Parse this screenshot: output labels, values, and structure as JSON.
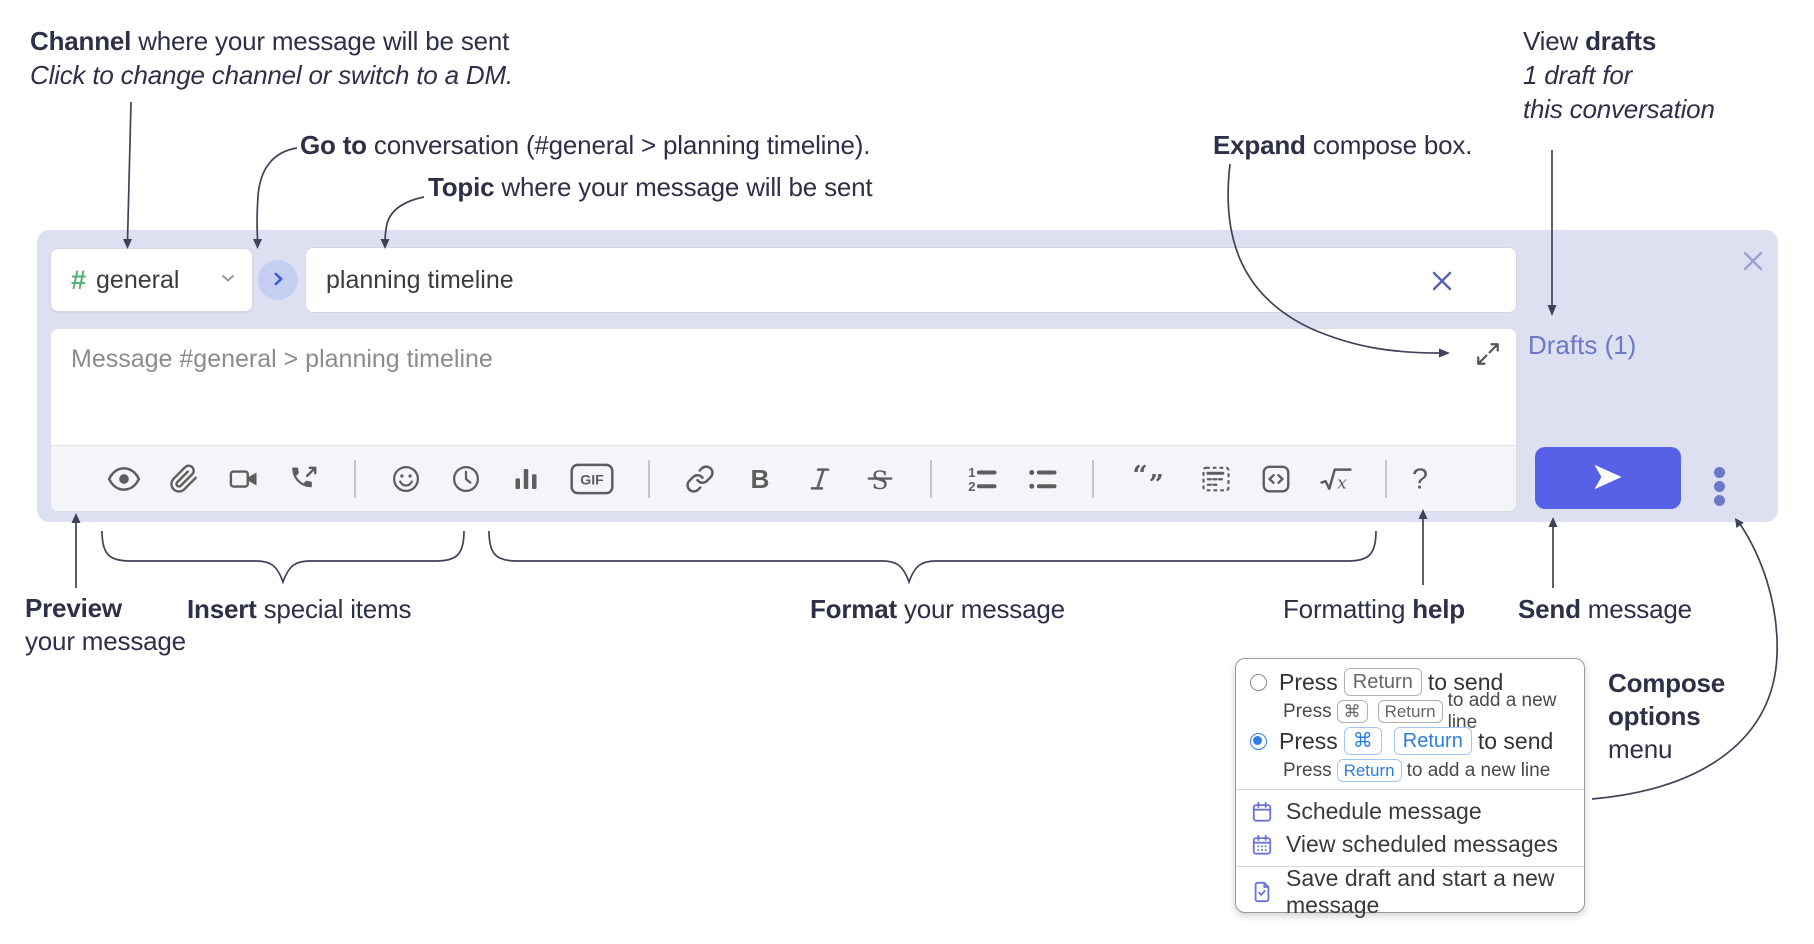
{
  "annotations": {
    "channel": {
      "bold": "Channel",
      "rest": " where your message will be sent",
      "sub": "Click to change channel or switch to a DM."
    },
    "goto": {
      "bold": "Go to",
      "rest": " conversation (#general > planning timeline)."
    },
    "topic": {
      "bold": "Topic",
      "rest": " where your message will be sent"
    },
    "expand": {
      "bold": "Expand",
      "rest": " compose box."
    },
    "drafts": {
      "pre": "View ",
      "bold": "drafts",
      "line2": "1 draft for",
      "line3": "this conversation"
    },
    "preview": {
      "bold": "Preview",
      "line2": "your message"
    },
    "insert": {
      "bold": "Insert",
      "rest": " special items"
    },
    "format": {
      "bold": "Format",
      "rest": " your message"
    },
    "help": {
      "pre": "Formatting ",
      "bold": "help"
    },
    "send": {
      "bold": "Send",
      "rest": " message"
    },
    "compose_options": {
      "bold1": "Compose",
      "bold2": "options",
      "line3": "menu"
    }
  },
  "compose": {
    "channel_selector": {
      "hash": "#",
      "name": "general"
    },
    "topic_input": {
      "value": "planning timeline"
    },
    "message_input": {
      "placeholder": "Message #general > planning timeline"
    },
    "drafts_link": "Drafts (1)",
    "toolbar": [
      {
        "icon": "preview-icon"
      },
      {
        "icon": "attach-icon"
      },
      {
        "icon": "video-call-icon"
      },
      {
        "icon": "voice-call-icon"
      },
      {
        "divider": true
      },
      {
        "icon": "emoji-icon"
      },
      {
        "icon": "time-icon"
      },
      {
        "icon": "poll-icon"
      },
      {
        "icon": "gif-icon"
      },
      {
        "divider": true
      },
      {
        "icon": "link-icon"
      },
      {
        "icon": "bold-icon"
      },
      {
        "icon": "italic-icon"
      },
      {
        "icon": "strikethrough-icon"
      },
      {
        "divider": true
      },
      {
        "icon": "numbered-list-icon"
      },
      {
        "icon": "bulleted-list-icon"
      },
      {
        "divider": true
      },
      {
        "icon": "quote-icon"
      },
      {
        "icon": "spoiler-icon"
      },
      {
        "icon": "code-icon"
      },
      {
        "icon": "math-icon"
      },
      {
        "divider": true
      },
      {
        "icon": "help-icon"
      }
    ]
  },
  "options_menu": {
    "radio_options": [
      {
        "selected": false,
        "main": [
          {
            "t": "text",
            "v": "Press"
          },
          {
            "t": "key",
            "v": "Return"
          },
          {
            "t": "text",
            "v": "to send"
          }
        ],
        "sub": [
          {
            "t": "text",
            "v": "Press"
          },
          {
            "t": "key",
            "v": "⌘"
          },
          {
            "t": "key",
            "v": "Return"
          },
          {
            "t": "text",
            "v": "to add a new line"
          }
        ]
      },
      {
        "selected": true,
        "main": [
          {
            "t": "text",
            "v": "Press"
          },
          {
            "t": "key-blue",
            "v": "⌘"
          },
          {
            "t": "key-blue",
            "v": "Return"
          },
          {
            "t": "text",
            "v": "to send"
          }
        ],
        "sub": [
          {
            "t": "text",
            "v": "Press"
          },
          {
            "t": "key-blue",
            "v": "Return"
          },
          {
            "t": "text",
            "v": "to add a new line"
          }
        ]
      }
    ],
    "menu_groups": [
      [
        {
          "icon": "calendar-icon",
          "label": "Schedule message"
        },
        {
          "icon": "calendar-grid-icon",
          "label": "View scheduled messages"
        }
      ],
      [
        {
          "icon": "draft-save-icon",
          "label": "Save draft and start a new message"
        }
      ]
    ]
  },
  "colors": {
    "compose_bg": "#dce0f1",
    "send_button": "#5661e8",
    "drafts_link": "#6d79c6",
    "goto_arrow": "#3f5bd8",
    "channel_hash": "#57b176",
    "selected_radio": "#2f7fe0",
    "menu_icon_purple": "#6b74d8",
    "annotation_text": "#2e3048"
  }
}
